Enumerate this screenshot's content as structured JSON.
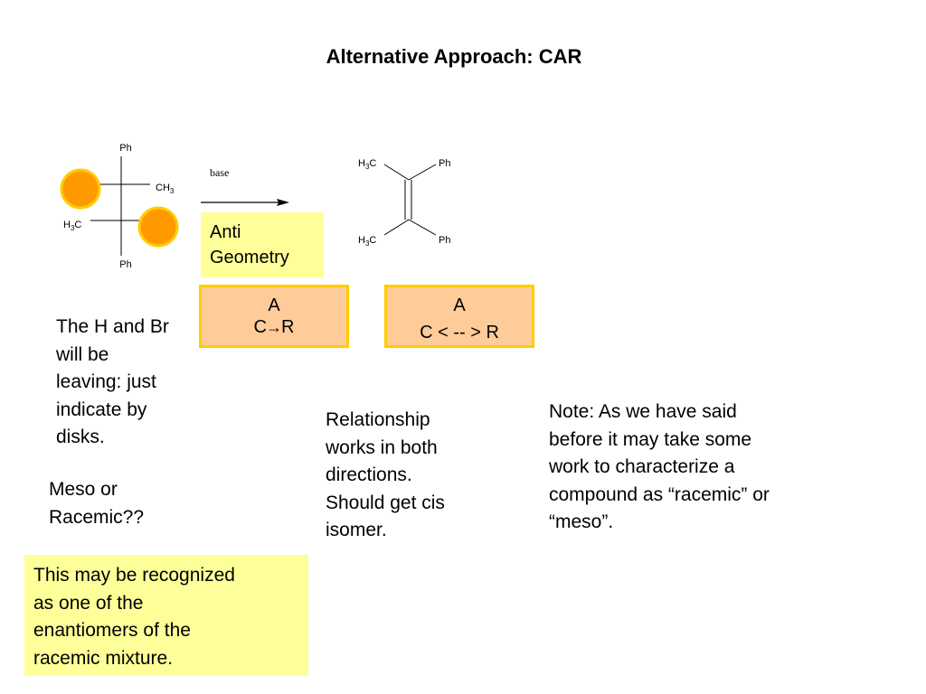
{
  "slide": {
    "title": "Alternative Approach:  CAR"
  },
  "reactant": {
    "top_group": "Ph",
    "right_group_base": "CH",
    "right_group_sub": "3",
    "left_group_base": "H",
    "left_group_sub": "3",
    "left_group_tail": "C",
    "bottom_group": "Ph",
    "disk_color": "#ff9900",
    "disk_border": "#ffcc00"
  },
  "reaction": {
    "reagent": "base"
  },
  "product": {
    "top_left_base": "H",
    "top_left_sub": "3",
    "top_left_tail": "C",
    "top_right": "Ph",
    "bottom_left_base": "H",
    "bottom_left_sub": "3",
    "bottom_left_tail": "C",
    "bottom_right": "Ph"
  },
  "labels": {
    "anti_line1": "Anti",
    "anti_line2": "Geometry",
    "box1_top": "A",
    "box1_left": "C",
    "box1_arrow": "→",
    "box1_right": "R",
    "box2_top": "A",
    "box2_bottom": "C < -- > R"
  },
  "text": {
    "hbr": [
      "The H and Br",
      "will be",
      "leaving: just",
      "indicate by",
      "disks."
    ],
    "meso": [
      "Meso or",
      "Racemic??"
    ],
    "relationship": [
      "Relationship",
      "works in both",
      "directions.",
      "Should get cis",
      "isomer."
    ],
    "note": [
      "Note: As we have said",
      "before it may take some",
      "work to characterize a",
      "compound as “racemic” or",
      "“meso”."
    ],
    "enantiomer": [
      "This may be recognized",
      "as one of the",
      "enantiomers of the",
      "racemic mixture."
    ]
  },
  "colors": {
    "highlight_yellow": "#ffff99",
    "box_fill": "#ffcc99",
    "box_border": "#ffcc00"
  }
}
